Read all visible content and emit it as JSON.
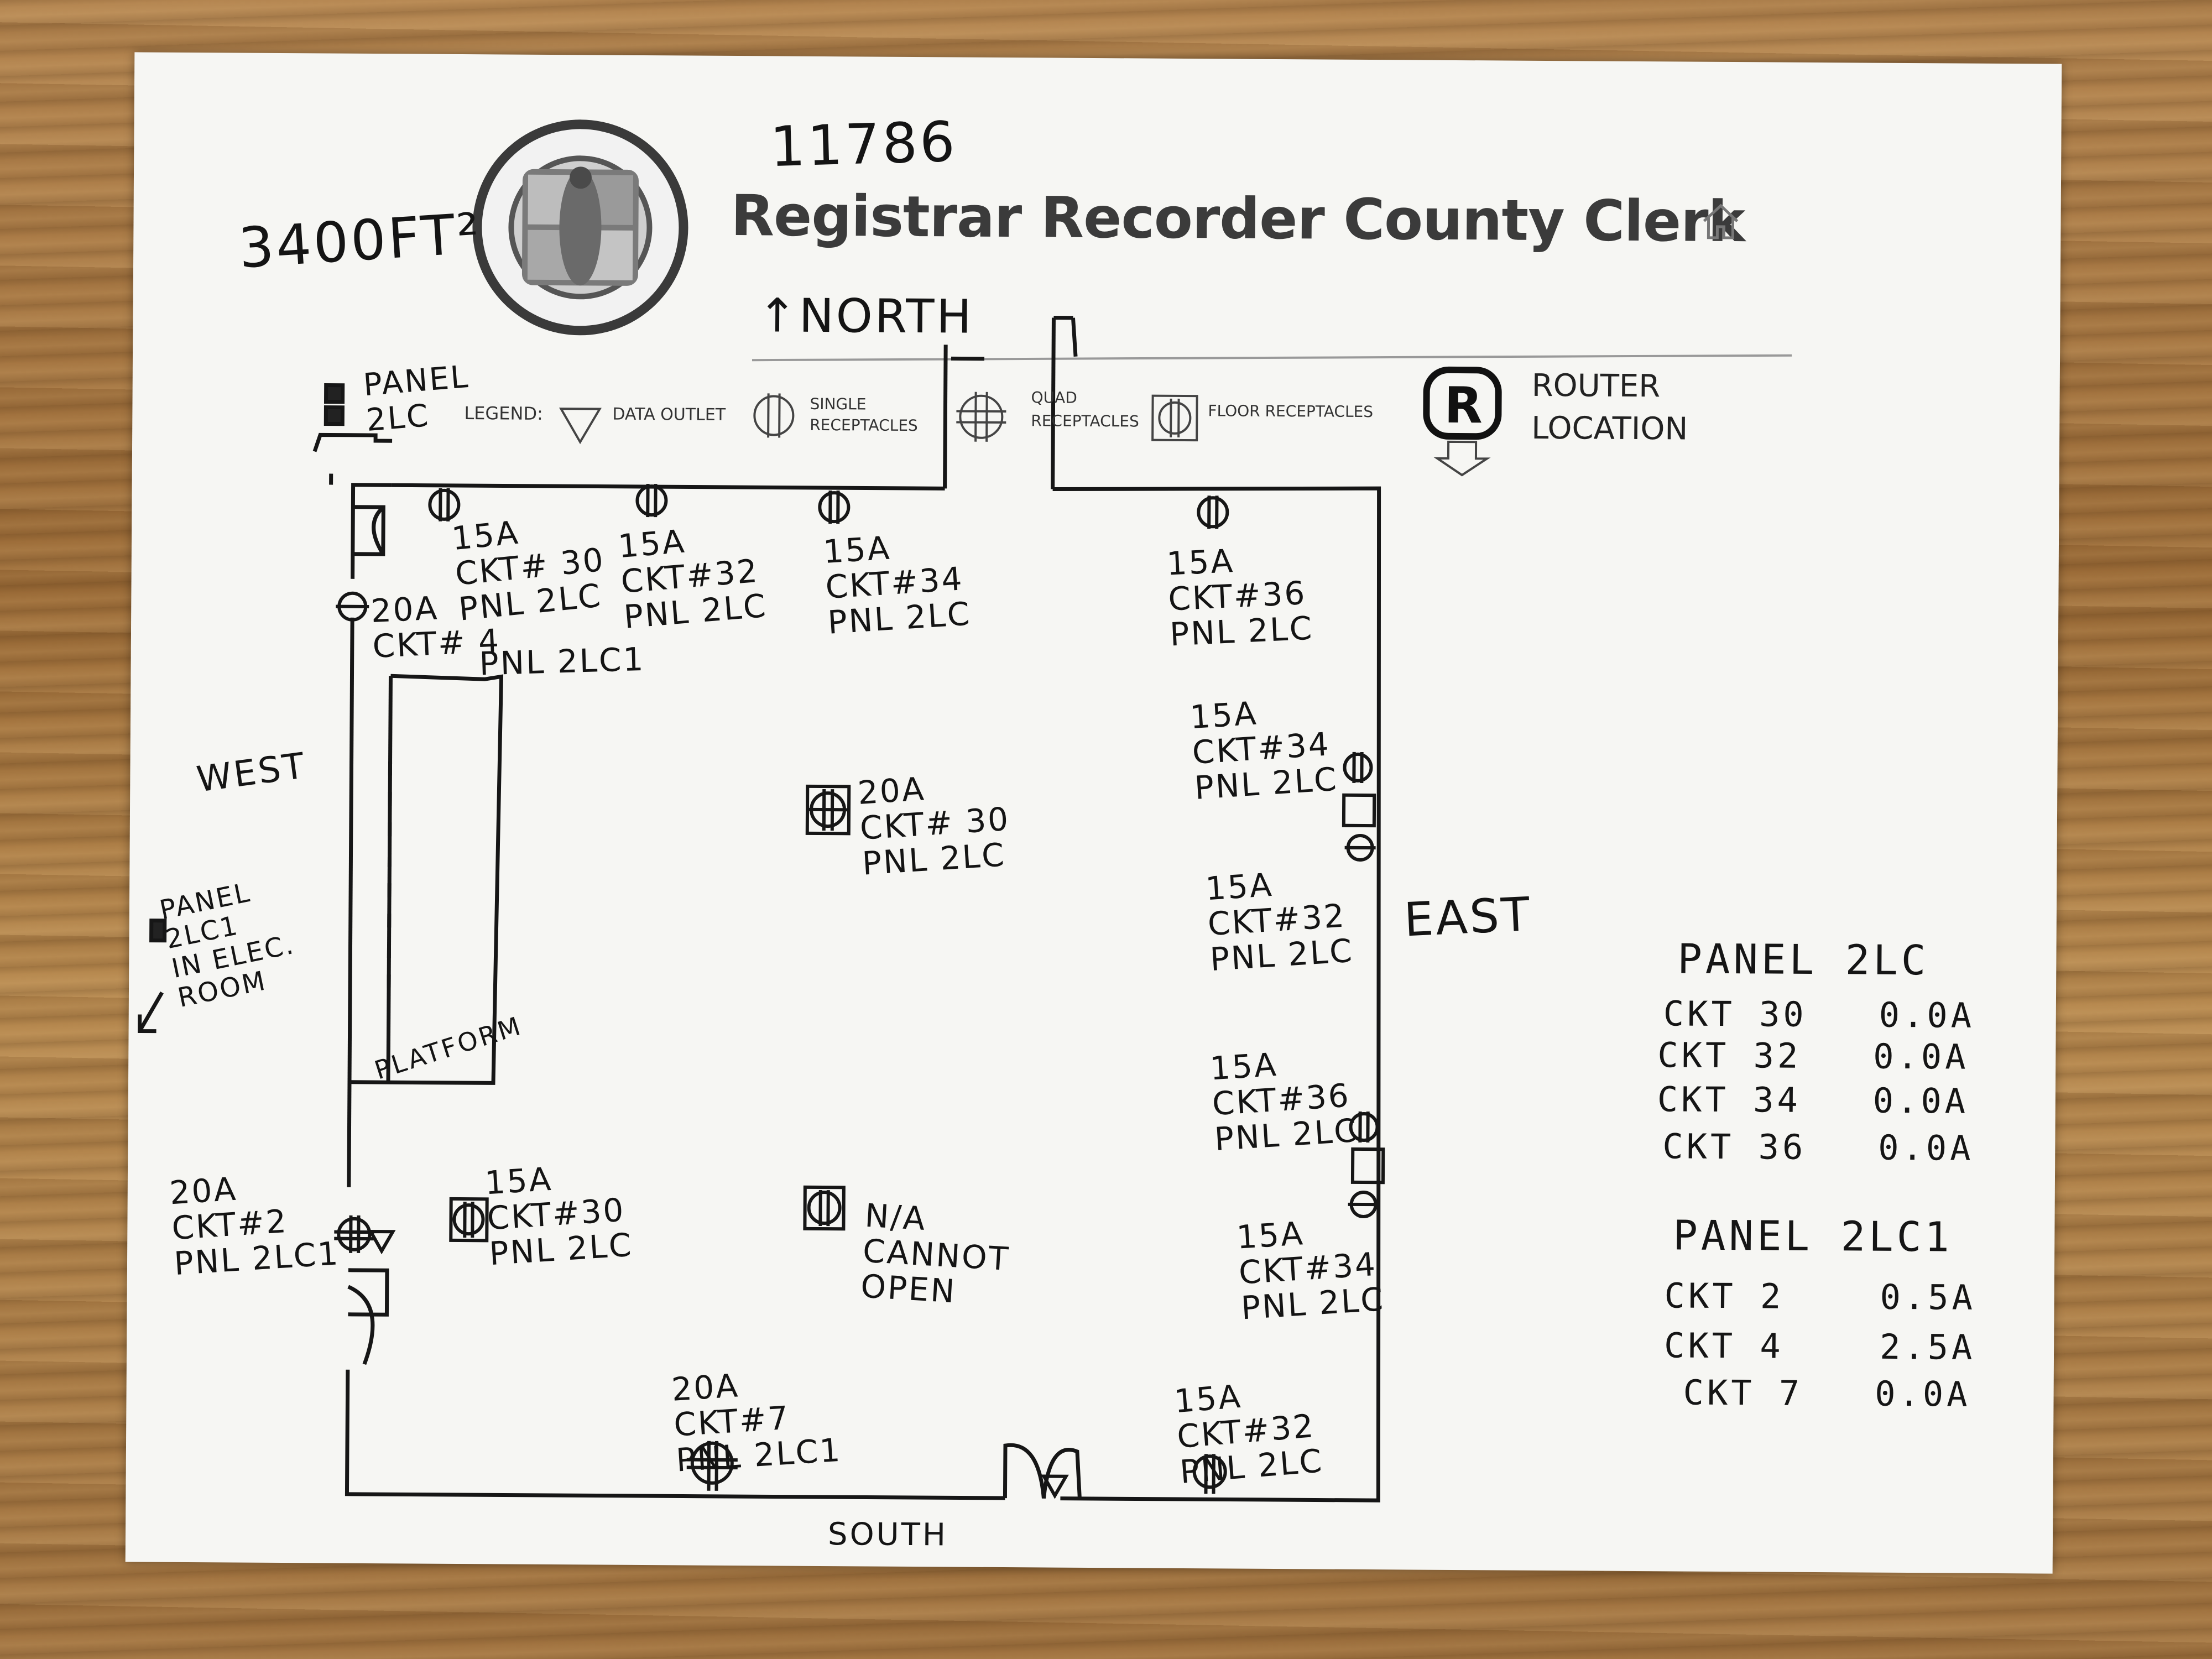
{
  "header": {
    "title": "Registrar Recorder County Clerk"
  },
  "note": {
    "number": "11786",
    "area": "3400FT²"
  },
  "compass": {
    "north": "↑NORTH",
    "west": "WEST",
    "east": "EAST",
    "south": "SOUTH"
  },
  "legend": {
    "title": "LEGEND:",
    "data_outlet": "DATA OUTLET",
    "single_1": "SINGLE",
    "single_2": "RECEPTACLES",
    "quad_1": "QUAD",
    "quad_2": "RECEPTACLES",
    "floor": "FLOOR RECEPTACLES",
    "router_1": "ROUTER",
    "router_2": "LOCATION"
  },
  "panels": {
    "top_label": "PANEL\n2LC",
    "side_note": "PANEL\n2LC1\nIN ELEC.\nROOM"
  },
  "room": {
    "platform": "PLATFORM"
  },
  "circuits": [
    "15A\nCKT# 30\nPNL 2LC",
    "15A\nCKT#32\nPNL 2LC",
    "15A\nCKT#34\nPNL 2LC",
    "15A\nCKT#36\nPNL 2LC",
    "20A\nCKT# 4",
    "PNL 2LC1",
    "15A\nCKT#34\nPNL 2LC",
    "20A\nCKT# 30\nPNL 2LC",
    "15A\nCKT#32\nPNL 2LC",
    "15A\nCKT#36\nPNL 2LC",
    "15A\nCKT#30\nPNL 2LC",
    "N/A\nCANNOT\nOPEN",
    "20A\nCKT#2\nPNL 2LC1",
    "15A\nCKT#34\nPNL 2LC",
    "20A\nCKT#7\nPNL 2LC1",
    "15A\nCKT#32\nPNL 2LC"
  ],
  "loads": {
    "panel_2lc_title": "PANEL 2LC",
    "rows_2lc": [
      "CKT 30   0.0A",
      "CKT 32   0.0A",
      "CKT 34   0.0A",
      "CKT 36   0.0A"
    ],
    "panel_2lc1_title": "PANEL 2LC1",
    "rows_2lc1": [
      "CKT 2    0.5A",
      "CKT 4    2.5A",
      "CKT 7   0.0A"
    ]
  }
}
